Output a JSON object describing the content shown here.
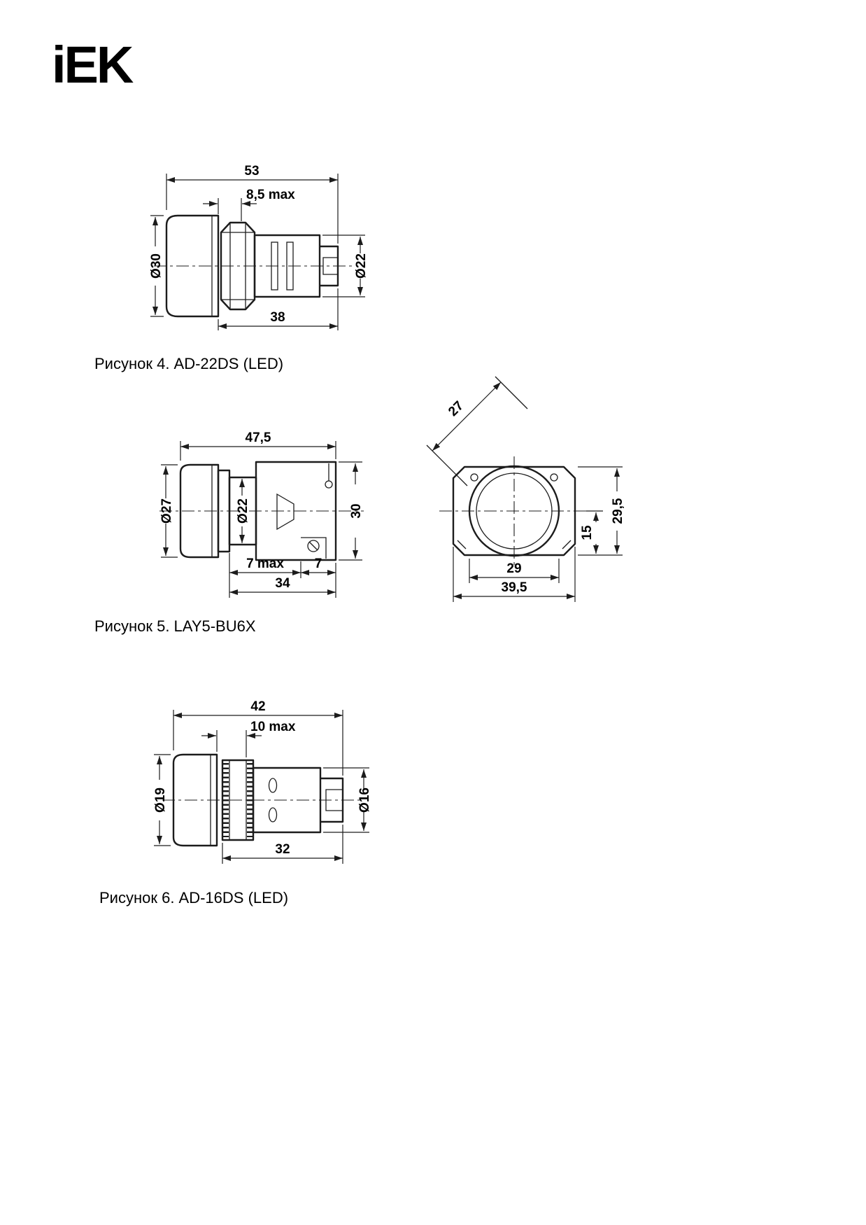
{
  "page": {
    "logo_text": "iEK"
  },
  "figure4": {
    "caption": "Рисунок 4. AD-22DS (LED)",
    "dims": {
      "total_length": "53",
      "panel_thickness": "8,5 max",
      "front_diameter": "Ø30",
      "body_diameter": "Ø22",
      "rear_length": "38"
    }
  },
  "figure5": {
    "caption": "Рисунок 5. LAY5-BU6X",
    "side_dims": {
      "total_length": "47,5",
      "cap_diameter": "Ø27",
      "thread_diameter": "Ø22",
      "body_height": "30",
      "panel_thickness": "7 max",
      "rear_offset": "7",
      "rear_length": "34"
    },
    "front_dims": {
      "bezel_flat": "27",
      "total_height": "29,5",
      "half_height": "15",
      "hole_width": "29",
      "total_width": "39,5"
    }
  },
  "figure6": {
    "caption": "Рисунок 6. AD-16DS (LED)",
    "dims": {
      "total_length": "42",
      "panel_thickness": "10 max",
      "front_diameter": "Ø19",
      "body_diameter": "Ø16",
      "rear_length": "32"
    }
  }
}
